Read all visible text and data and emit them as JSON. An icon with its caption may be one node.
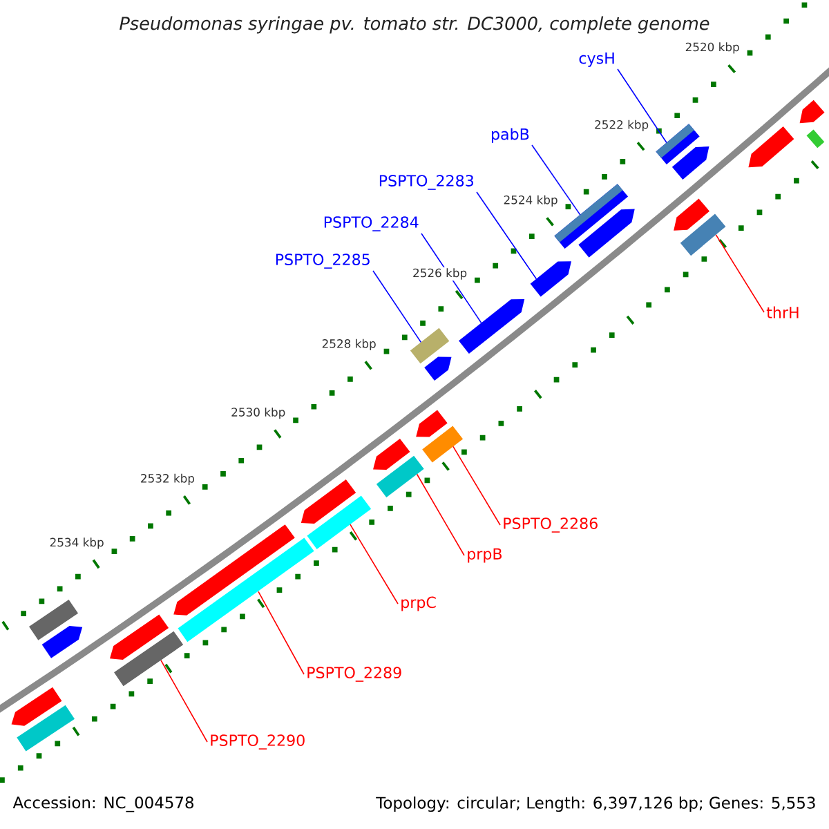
{
  "diagram": {
    "title": "Pseudomonas syringae pv. tomato str. DC3000, complete genome",
    "nodes": [
      {
        "text": [
          "cysH"
        ]
      },
      {
        "text": [
          "pabB"
        ]
      },
      {
        "text": [
          "PSPTO_2283"
        ]
      },
      {
        "text": [
          "PSPTO_2284"
        ]
      },
      {
        "text": [
          "PSPTO_2285"
        ]
      },
      {
        "text": [
          "thrH"
        ]
      },
      {
        "text": [
          "PSPTO_2286"
        ]
      },
      {
        "text": [
          "prpB"
        ]
      },
      {
        "text": [
          "prpC"
        ]
      },
      {
        "text": [
          "PSPTO_2289"
        ]
      },
      {
        "text": [
          "PSPTO_2290"
        ]
      },
      {
        "text": [],
        "shape": "arrow"
      },
      {
        "text": [],
        "shape": "bar"
      },
      {
        "text": [],
        "shape": "bar"
      },
      {
        "text": [],
        "shape": "arrow"
      },
      {
        "text": [],
        "shape": "arrow"
      },
      {
        "text": [],
        "shape": "bar"
      },
      {
        "text": [],
        "shape": "arrow"
      },
      {
        "text": [],
        "shape": "bar"
      },
      {
        "text": [],
        "shape": "arrow"
      },
      {
        "text": [],
        "shape": "bar"
      },
      {
        "text": [],
        "shape": "arrow"
      },
      {
        "text": [],
        "shape": "bar"
      },
      {
        "text": [],
        "shape": "arrow"
      },
      {
        "text": [],
        "shape": "bar"
      },
      {
        "text": [],
        "shape": "bar"
      },
      {
        "text": [],
        "shape": "arrow"
      },
      {
        "text": [],
        "shape": "arrow"
      },
      {
        "text": [],
        "shape": "arrow"
      },
      {
        "text": [],
        "shape": "bar"
      },
      {
        "text": [],
        "shape": "arrow"
      },
      {
        "text": [],
        "shape": "bar"
      },
      {
        "text": [],
        "shape": "arrow"
      },
      {
        "text": [],
        "shape": "arrow"
      },
      {
        "text": [],
        "shape": "bar"
      },
      {
        "text": [],
        "shape": "arrow"
      },
      {
        "text": [],
        "shape": "arrow"
      },
      {
        "text": [],
        "shape": "bar"
      }
    ],
    "edges": [
      {
        "from": 0,
        "to": 31,
        "arrow": "none",
        "color": "#0000ff"
      },
      {
        "from": 1,
        "to": 29,
        "arrow": "none",
        "color": "#0000ff"
      },
      {
        "from": 2,
        "to": 28,
        "arrow": "none",
        "color": "#0000ff"
      },
      {
        "from": 3,
        "to": 27,
        "arrow": "none",
        "color": "#0000ff"
      },
      {
        "from": 4,
        "to": 24,
        "arrow": "none",
        "color": "#0000ff"
      },
      {
        "from": 5,
        "to": 34,
        "arrow": "none"
      },
      {
        "from": 6,
        "to": 25,
        "arrow": "none"
      },
      {
        "from": 7,
        "to": 22,
        "arrow": "none"
      },
      {
        "from": 8,
        "to": 20,
        "arrow": "none"
      },
      {
        "from": 9,
        "to": 18,
        "arrow": "none"
      },
      {
        "from": 10,
        "to": 16,
        "arrow": "none"
      }
    ],
    "labels": [
      "2520 kbp",
      "2522 kbp",
      "2524 kbp",
      "2526 kbp",
      "2528 kbp",
      "2530 kbp",
      "2532 kbp",
      "2534 kbp",
      "Accession: NC_004578",
      "Topology: circular; Length: 6,397,126 bp; Genes: 5,553"
    ]
  }
}
